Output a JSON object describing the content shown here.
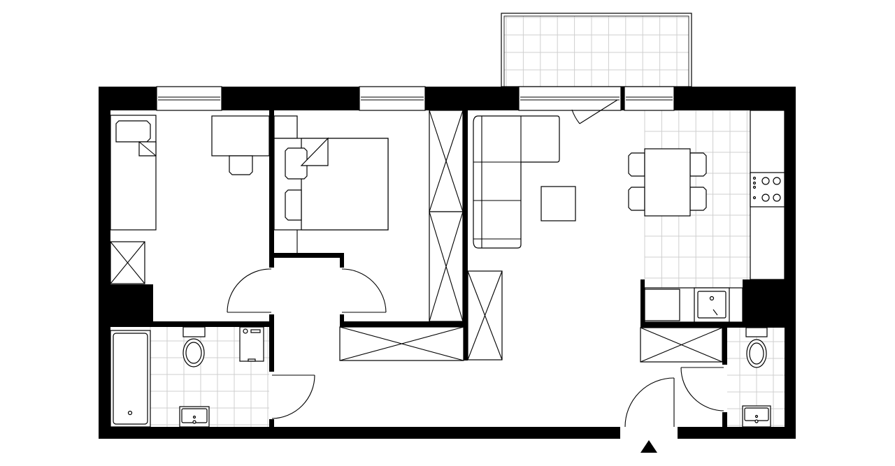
{
  "plan": {
    "colors": {
      "wall": "#000000",
      "floor": "#ffffff",
      "tile_grid": "#cfcfcf"
    },
    "rooms": [
      "bedroom-1",
      "bedroom-2",
      "living-room",
      "kitchen",
      "bathroom",
      "wc",
      "hallway",
      "balcony"
    ]
  }
}
